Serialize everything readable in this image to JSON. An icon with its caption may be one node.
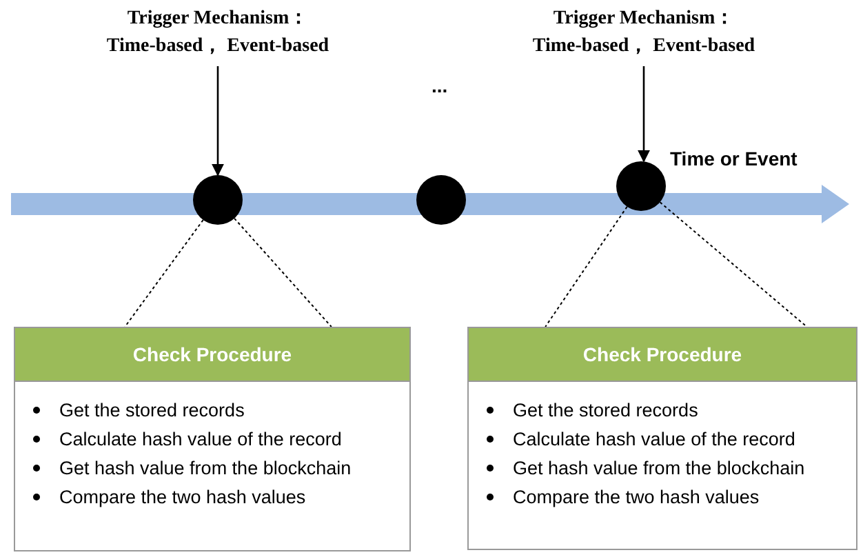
{
  "diagram": {
    "nodes": [
      {
        "text": [
          "Trigger Mechanism：",
          "Time-based， Event-based"
        ]
      },
      {
        "text": [],
        "shape": "circle"
      },
      {
        "text": [],
        "shape": "circle"
      },
      {
        "text": [
          "Trigger Mechanism：",
          "Time-based， Event-based"
        ]
      },
      {
        "text": [],
        "shape": "circle"
      },
      {
        "text": [
          "Check Procedure",
          "Get the stored records",
          "Calculate hash value of the record",
          "Get hash value from the blockchain",
          "Compare the two hash values"
        ]
      },
      {
        "text": [
          "Check Procedure",
          "Get the stored records",
          "Calculate hash value of the record",
          "Get hash value from the blockchain",
          "Compare the two hash values"
        ]
      }
    ],
    "edges": [
      {
        "from": 0,
        "to": 1,
        "arrow": "to"
      },
      {
        "from": 3,
        "to": 4,
        "arrow": "to"
      },
      {
        "from": 1,
        "to": 5,
        "arrow": "none",
        "style": "dashed"
      },
      {
        "from": 1,
        "to": 5,
        "arrow": "none",
        "style": "dashed"
      },
      {
        "from": 4,
        "to": 6,
        "arrow": "none",
        "style": "dashed"
      },
      {
        "from": 4,
        "to": 6,
        "arrow": "none",
        "style": "dashed"
      }
    ],
    "labels": [
      "...",
      "Time or Event"
    ]
  }
}
